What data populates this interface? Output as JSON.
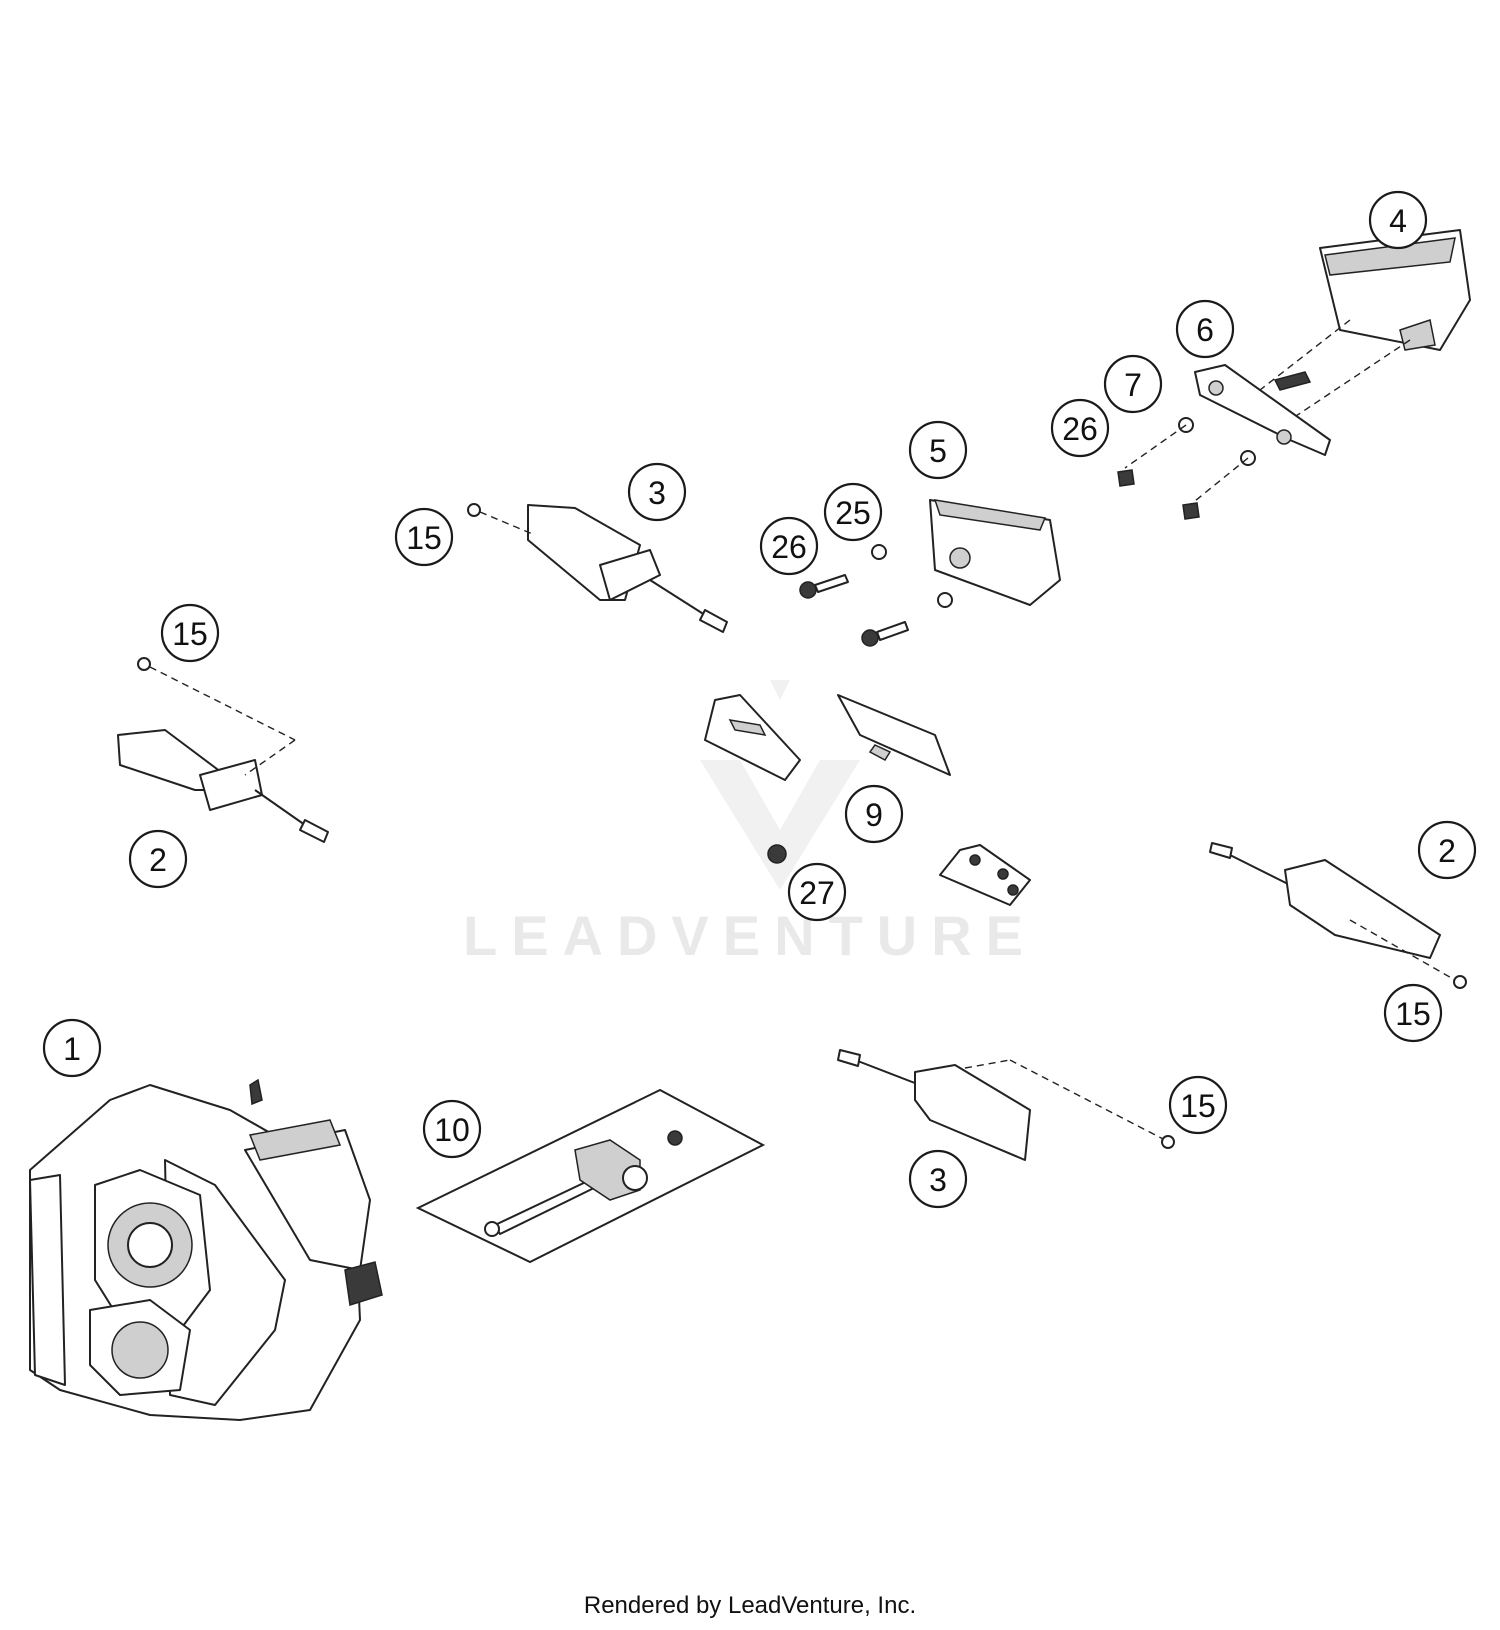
{
  "watermark": {
    "text": "LEADVENTURE"
  },
  "footer": {
    "text": "Rendered by LeadVenture, Inc."
  },
  "callouts": {
    "c1": "1",
    "c2a": "2",
    "c2b": "2",
    "c3a": "3",
    "c3b": "3",
    "c4": "4",
    "c5": "5",
    "c6": "6",
    "c7": "7",
    "c9": "9",
    "c10": "10",
    "c15a": "15",
    "c15b": "15",
    "c15c": "15",
    "c15d": "15",
    "c25": "25",
    "c26a": "26",
    "c26b": "26",
    "c27": "27"
  }
}
